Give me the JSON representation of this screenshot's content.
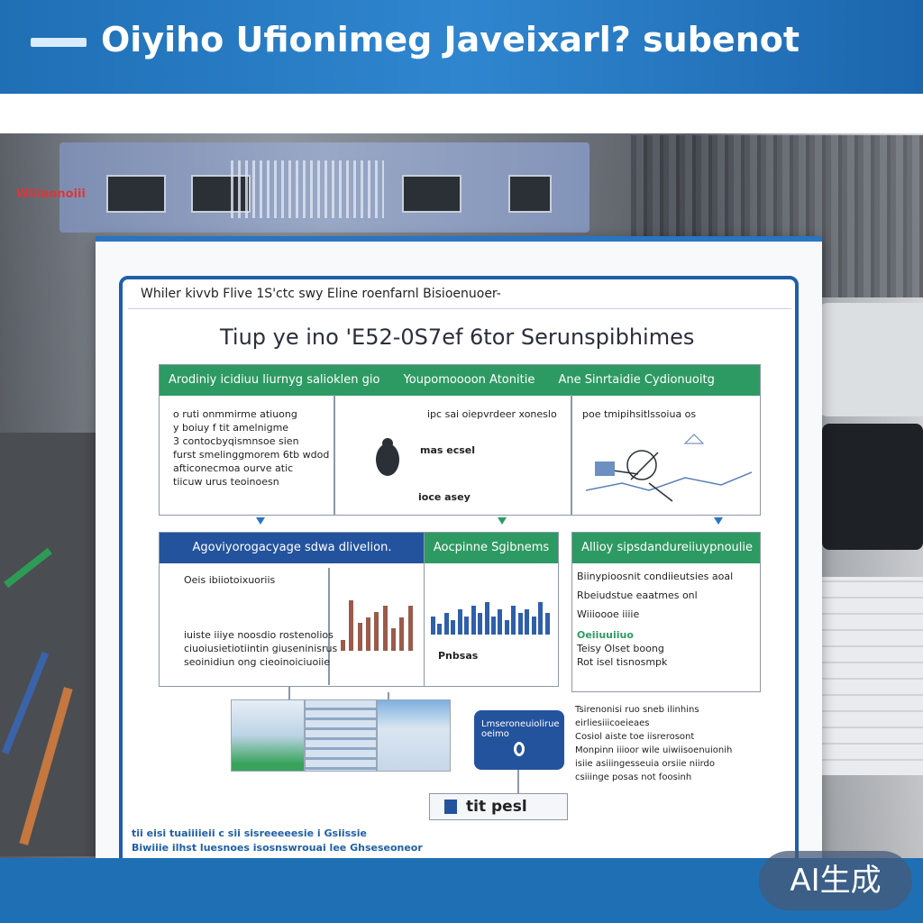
{
  "banner": {
    "title": "Oiyiho Ufionimeg Javeixarl? subenot"
  },
  "background": {
    "label": "Wiiiaonoiii"
  },
  "board": {
    "caption": "Whiler kivvb Flive 1S'ctc swy Eline roenfarnl Bisioenuoer-",
    "title": "Tiup ye ino 'E52-0S7ef 6tor Serunspibhimes"
  },
  "top_panel": {
    "headers": [
      "Arodiniy icidiuu liurnyg salioklen gio",
      "Youpomoooon Atonitie",
      "Ane Sinrtaidie Cydionuoitg"
    ],
    "col1_lines": [
      "o ruti  onmmirme atiuong",
      "y boiuy f tit amelnigme",
      "3 contocbyqismnsoe sien",
      "furst smelinggmorem 6tb wdod",
      "afticonecmoa ourve atic",
      "tiicuw urus teoinoesn"
    ],
    "col2_lines": [
      "ipc sai oiepvrdeer xoneslo",
      "mas ecsel",
      "ioce asey"
    ],
    "col3_lines": [
      "poe tmipihsitlssoiua os"
    ]
  },
  "mid_panels": {
    "left_header": "Agoviyorogacyage sdwa dlivelion.",
    "left_lines": [
      "Oeis ibiiotoixuoriis",
      "",
      "iuiste iiiye  noosdio  rostenolios",
      "ciuoiusietiotiintin  giuseninisrus",
      "seoinidiun  ong    cieoinoiciuoiie"
    ],
    "center_header": "Aocpinne Sgibnems",
    "center_caption": "Pnbsas",
    "right_header": "Allioy sipsdandureiiuypnoulie",
    "right_lines": [
      "Biinypioosnit condiieutsies aoal",
      "Rbeiudstue eaatmes onl",
      "Wiiioooe  iiiie",
      "Oeiiuuiiuo",
      "Teisy  Olset boong",
      "Rot isel  tisnosmpk"
    ]
  },
  "lower": {
    "card_text": "Lmseroneuiolirue oeimo",
    "bottom_label": "tit pesl",
    "right_lines": [
      "Tsirenonisi ruo sneb ilinhins",
      "eirliesiiicoeieaes",
      "Cosiol aiste toe iisrerosont",
      "Monpinn iiioor wile uiwiisoenuionih",
      "isiie asiiingesseuia orsiie niirdo",
      "csiiinge posas not foosinh"
    ]
  },
  "footer": {
    "line1": "tii eisi tuaiiiieii c sii  sisreeeeesie i Gsiissie",
    "line2": "Biwiiie ilhst luesnoes isosnswrouai lee Ghseseoneor"
  },
  "badge": {
    "label": "AI生成"
  },
  "colors": {
    "primary_blue": "#1f6fb5",
    "dark_blue": "#24539e",
    "green": "#2e9a63"
  }
}
